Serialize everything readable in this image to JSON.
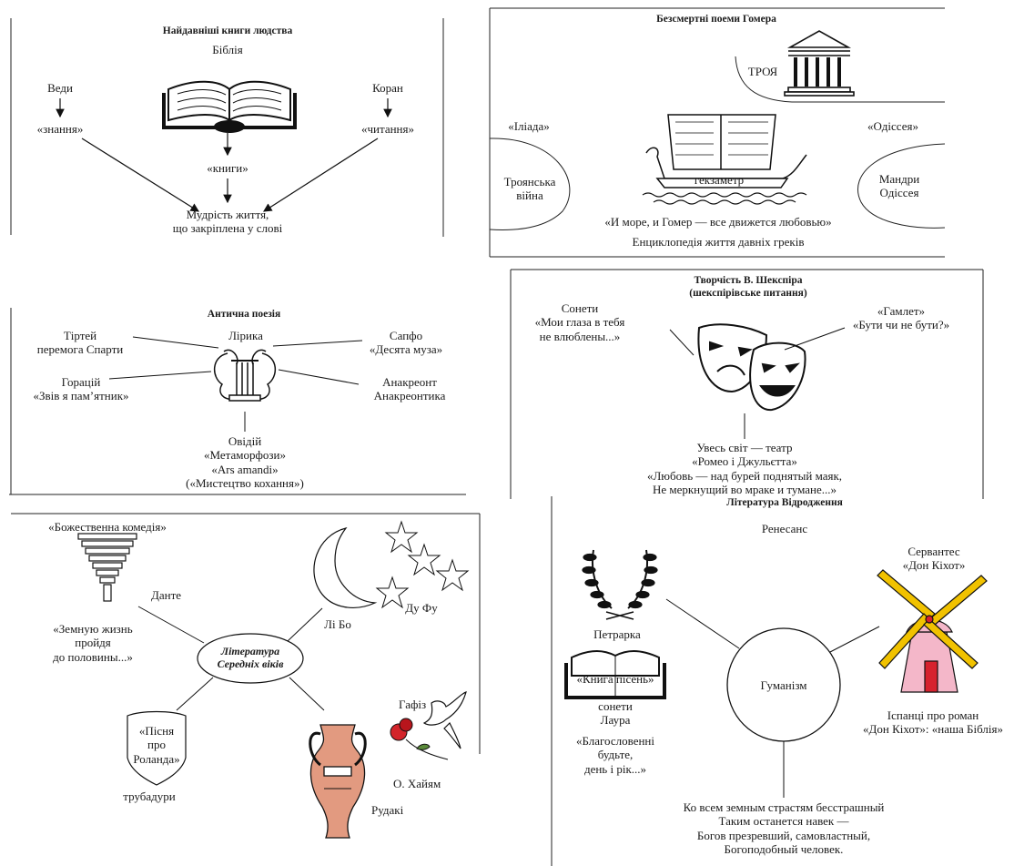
{
  "panel_ancient_books": {
    "title": "Найдавніші книги людства",
    "bible": "Біблія",
    "vedy": "Веди",
    "koran": "Коран",
    "znannia": "«знання»",
    "chytannia": "«читання»",
    "knyhy": "«книги»",
    "wisdom": "Мудрість життя,\nщо закріплена у слові"
  },
  "panel_homer": {
    "title": "Безсмертні поеми Гомера",
    "troya": "ТРОЯ",
    "iliad": "«Іліада»",
    "odyssey": "«Одіссея»",
    "trojan_war": "Троянська\nвійна",
    "wanderings": "Мандри\nОдіссея",
    "hexameter": "гекзаметр",
    "quote": "«И море, и Гомер — все движется любовью»",
    "encyclopedia": "Енциклопедія життя давніх греків"
  },
  "panel_antique_poetry": {
    "title": "Антична поезія",
    "lyrics": "Лірика",
    "tyrtaeus": "Тіртей\nперемога Спарти",
    "sappho": "Сапфо\n«Десята муза»",
    "horace": "Горацій\n«Звів я пам’ятник»",
    "anacreon": "Анакреонт\nАнакреонтика",
    "ovid": "Овідій\n«Метаморфози»\n«Ars amandi»\n(«Мистецтво кохання»)"
  },
  "panel_shakespeare": {
    "title": "Творчість В. Шекспіра\n(шекспірівське питання)",
    "sonnets": "Сонети\n«Мои глаза в тебя\nне влюблены...»",
    "hamlet": "«Гамлет»\n«Бути чи не бути?»",
    "world": "Увесь світ — театр\n«Ромео і Джульєтта»\n«Любовь — над бурей поднятый маяк,\nНе меркнущий во мраке и тумане...»"
  },
  "panel_middle_ages": {
    "divine_comedy": "«Божественна комедія»",
    "dante": "Данте",
    "dante_quote": "«Земную жизнь\nпройдя\nдо половины...»",
    "center": "Література\nСередніх віків",
    "li_bo": "Лі Бо",
    "du_fu": "Ду Фу",
    "roland": "«Пісня\nпро\nРоланда»",
    "troubadours": "трубадури",
    "hafiz": "Гафіз",
    "khayyam": "О. Хайям",
    "rudaki": "Рудакі"
  },
  "panel_renaissance": {
    "title": "Література Відродження",
    "renaissance": "Ренесанс",
    "petrarch": "Петрарка",
    "book_of_songs": "«Книга пісень»",
    "sonnets_laura": "сонети\nЛаура",
    "blessed": "«Благословенні\nбудьте,\nдень і рік...»",
    "humanism": "Гуманізм",
    "cervantes": "Сервантес\n«Дон Кіхот»",
    "spaniards": "Іспанці про роман\n«Дон Кіхот»: «наша Біблія»",
    "quote": "Ко всем земным страстям бесстрашный\nТаким останется навек —\nБогов презревший, самовластный,\nБогоподобный человек."
  }
}
